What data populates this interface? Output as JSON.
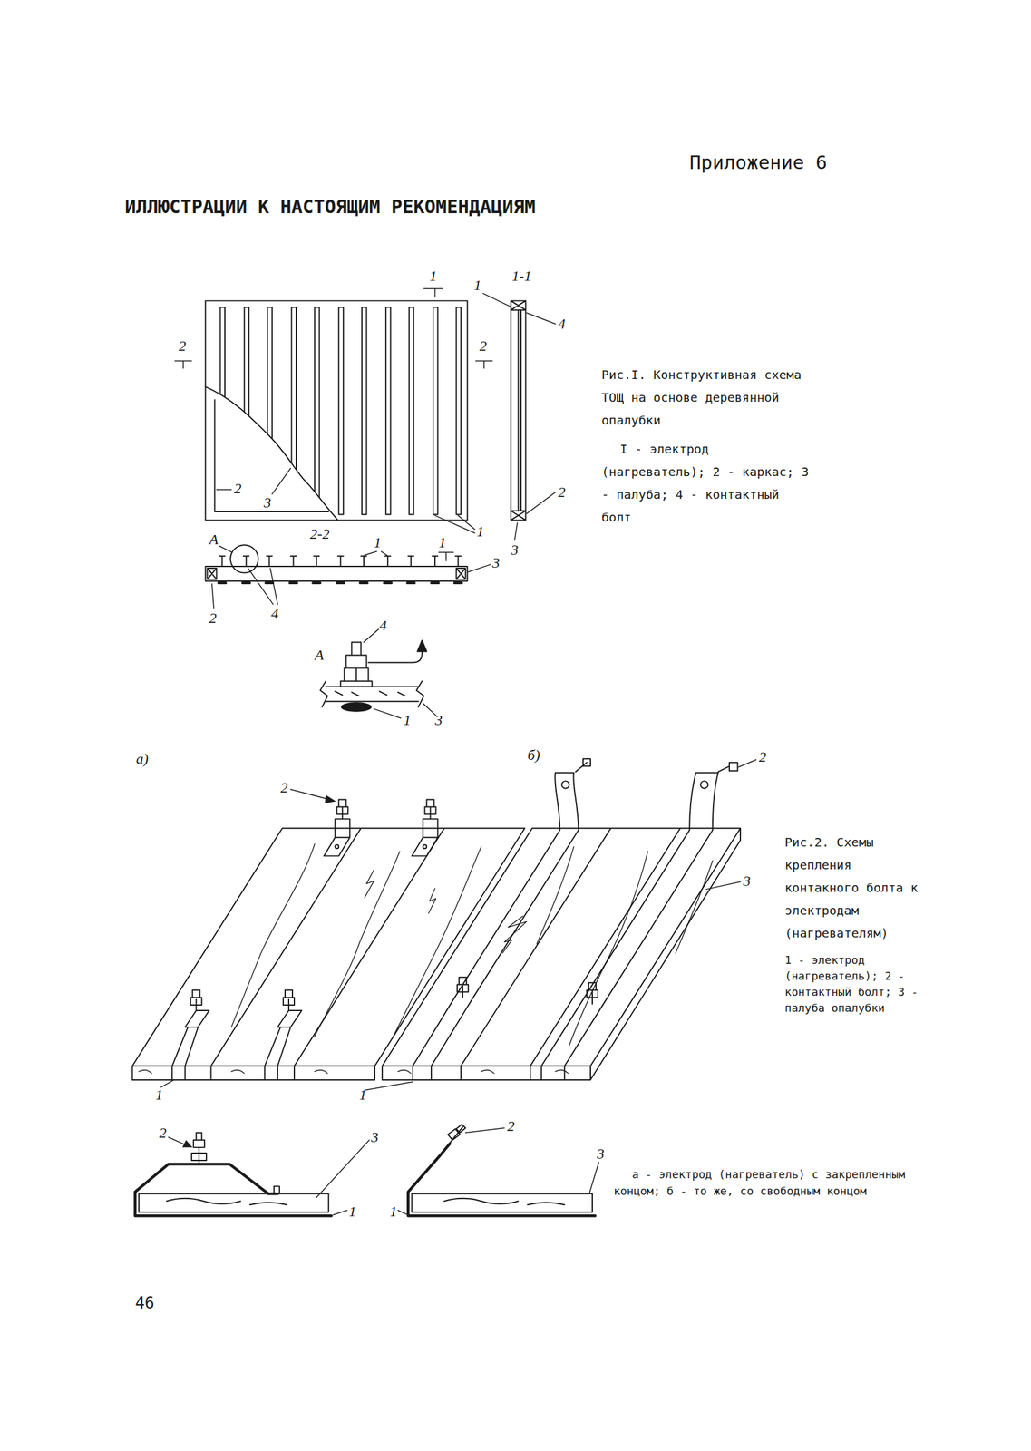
{
  "diagram": {
    "title": "ИЛЛЮСТРАЦИИ К НАСТОЯЩИМ РЕКОМЕНДАЦИЯМ",
    "labels": [
      "Приложение 6",
      "1",
      "1-1",
      "1",
      "4",
      "2",
      "2",
      "2",
      "3",
      "2",
      "1",
      "2-2",
      "1",
      "1",
      "3",
      "А",
      "3",
      "2",
      "4",
      "4",
      "А",
      "1",
      "3",
      "а)",
      "б)",
      "2",
      "2",
      "3",
      "1",
      "1",
      "2",
      "2",
      "3",
      "3",
      "1",
      "1",
      "Рис.I. Конструктивная схема ТОЩ на основе деревянной опалубки",
      "I - электрод (нагреватель); 2 - каркас; 3 - палуба; 4 - контактный болт",
      "Рис.2. Схемы крепления контакного болта к электродам (нагревателям)",
      "1 - электрод (нагреватель); 2 - контактный болт; 3 - палуба опалубки",
      "а - электрод (нагреватель) с закрепленным концом; б - то же, со свободным концом",
      "46"
    ]
  }
}
